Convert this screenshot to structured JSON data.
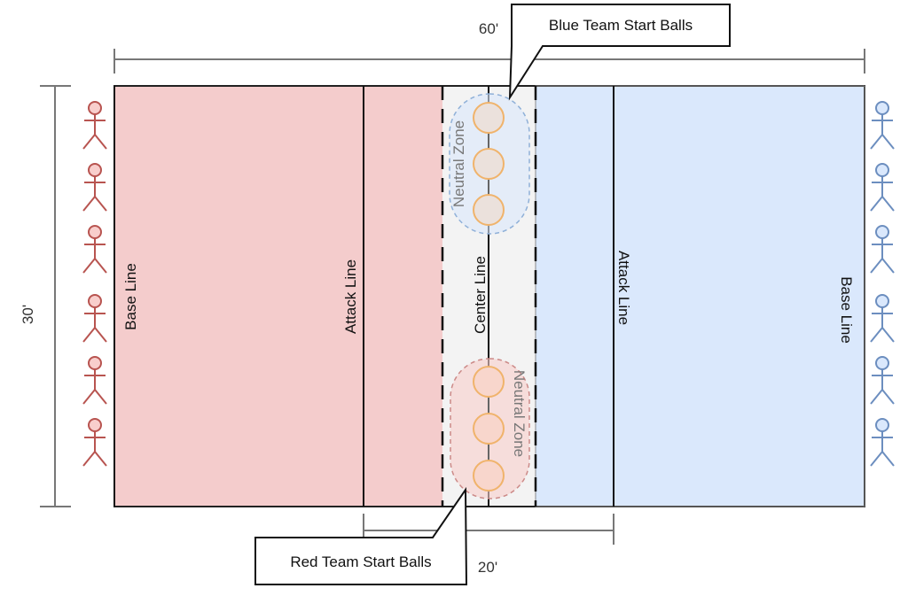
{
  "dimensions": {
    "width_label": "60'",
    "height_label": "30'",
    "zone_label": "20'"
  },
  "lines": {
    "left_base": "Base Line",
    "left_attack": "Attack Line",
    "center": "Center Line",
    "right_attack": "Attack Line",
    "right_base": "Base Line"
  },
  "neutral_zones": {
    "blue": "Neutral Zone",
    "red": "Neutral Zone"
  },
  "callouts": {
    "blue": "Blue Team Start Balls",
    "red": "Red Team Start Balls"
  },
  "teams": {
    "red": {
      "players": 6,
      "color": "#b85450",
      "fill": "#f8cecc"
    },
    "blue": {
      "players": 6,
      "color": "#6c8ebf",
      "fill": "#dae8fc"
    }
  },
  "colors": {
    "red_court": "#f4cccc",
    "blue_court": "#dae8fc",
    "neutral": "#f3f3f3",
    "ball_stroke": "#f0b36b"
  }
}
